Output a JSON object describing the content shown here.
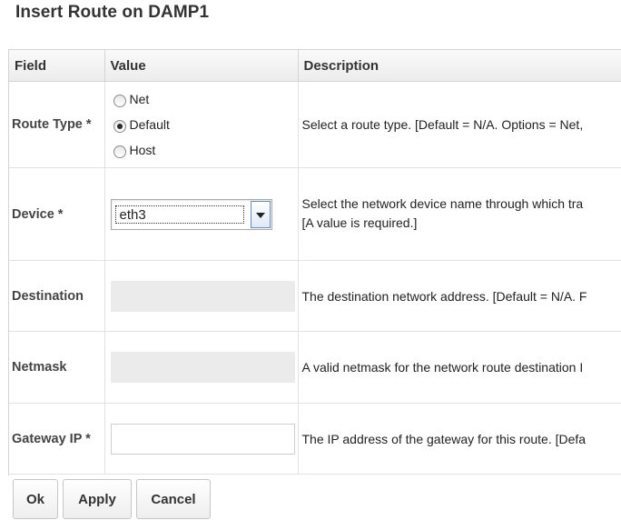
{
  "page": {
    "title": "Insert Route on DAMP1"
  },
  "table": {
    "headers": {
      "field": "Field",
      "value": "Value",
      "description": "Description"
    },
    "rows": {
      "route_type": {
        "label": "Route Type *",
        "options": [
          "Net",
          "Default",
          "Host"
        ],
        "selected": "Default",
        "description": "Select a route type. [Default = N/A. Options = Net,"
      },
      "device": {
        "label": "Device *",
        "value": "eth3",
        "description_line1": "Select the network device name through which tra",
        "description_line2": "[A value is required.]"
      },
      "destination": {
        "label": "Destination",
        "value": "",
        "disabled": true,
        "description": "The destination network address. [Default = N/A. F"
      },
      "netmask": {
        "label": "Netmask",
        "value": "",
        "disabled": true,
        "description": "A valid netmask for the network route destination I"
      },
      "gateway_ip": {
        "label": "Gateway IP *",
        "value": "",
        "description": "The IP address of the gateway for this route. [Defa"
      }
    }
  },
  "buttons": {
    "ok": "Ok",
    "apply": "Apply",
    "cancel": "Cancel"
  }
}
